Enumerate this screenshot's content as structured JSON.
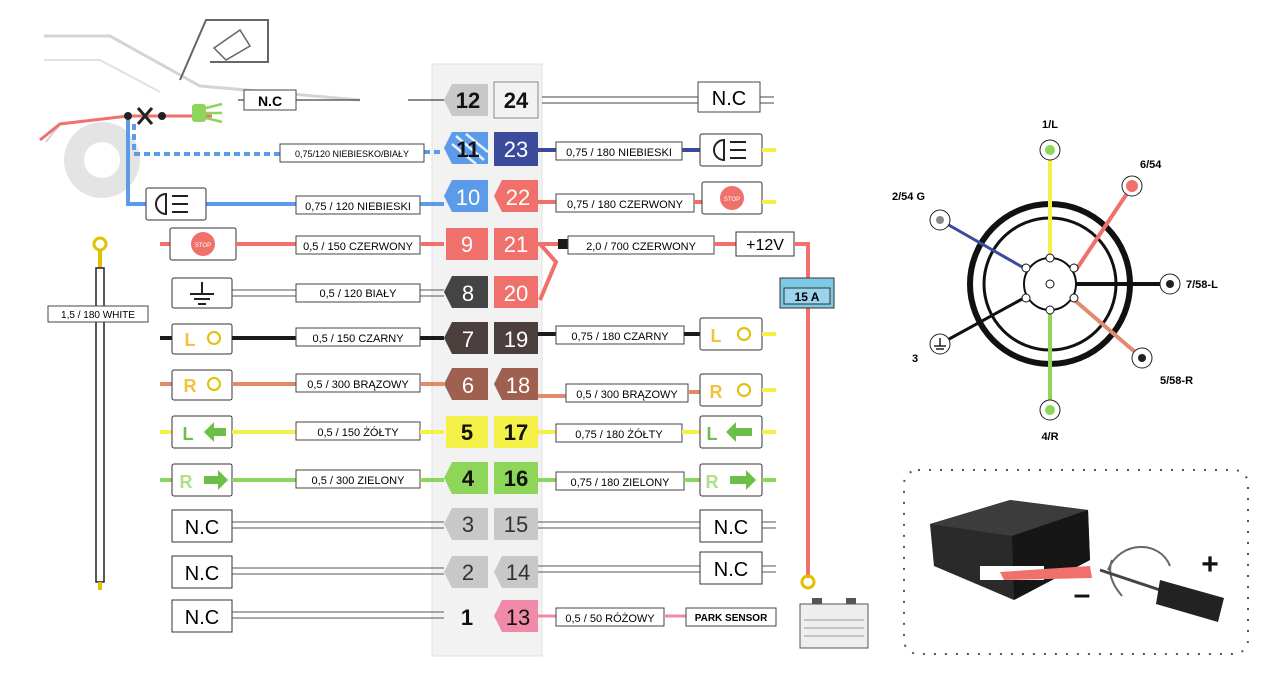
{
  "connector": {
    "left_pins": [
      "12",
      "11",
      "10",
      "9",
      "8",
      "7",
      "6",
      "5",
      "4",
      "3",
      "2",
      "1"
    ],
    "right_pins": [
      "24",
      "23",
      "22",
      "21",
      "20",
      "19",
      "18",
      "17",
      "16",
      "15",
      "14",
      "13"
    ]
  },
  "wires": {
    "left": [
      "0,75/120 NIEBIESKO/BIAŁY",
      "0,75 / 120 NIEBIESKI",
      "0,5 / 150 CZERWONY",
      "0,5 / 120 BIAŁY",
      "0,5 / 150 CZARNY",
      "0,5 / 300 BRĄZOWY",
      "0,5 / 150 ŻÓŁTY",
      "0,5 / 300 ZIELONY"
    ],
    "right": [
      "0,75 / 180 NIEBIESKI",
      "0,75 / 180 CZERWONY",
      "2,0 / 700 CZERWONY",
      "0,75 / 180 CZARNY",
      "0,5 / 300 BRĄZOWY",
      "0,75 / 180 ŻÓŁTY",
      "0,75 / 180 ZIELONY",
      "0,5 / 50 RÓŻOWY"
    ],
    "ground_wire": "1,5 / 180 WHITE"
  },
  "labels": {
    "nc": "N.C",
    "plus12": "+12V",
    "fuse": "15 A",
    "park_sensor": "PARK SENSOR",
    "letter_l": "L",
    "letter_r": "R",
    "stop": "STOP"
  },
  "socket": {
    "pins": [
      "1/L",
      "6/54",
      "2/54 G",
      "7/58-L",
      "3",
      "5/58-R",
      "4/R"
    ]
  },
  "module": {
    "plus": "+",
    "minus": "–"
  },
  "colors": {
    "red": "#f0706c",
    "blue": "#5b9bea",
    "navy": "#3b4a9a",
    "black": "#1a1a1a",
    "brown": "#a06050",
    "yellow": "#f4f048",
    "green": "#8ed65a",
    "pink": "#f08aa8",
    "grey": "#c8c8c8"
  }
}
